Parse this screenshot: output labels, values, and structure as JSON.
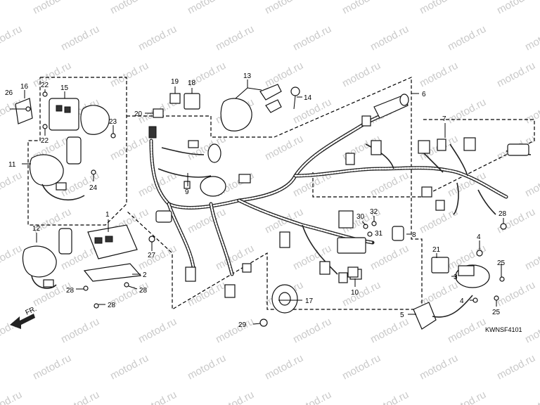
{
  "watermark": "motod.ru",
  "diagram_code": "KWNSF4101",
  "direction_label": "FR.",
  "callouts": [
    "1",
    "2",
    "3",
    "4",
    "5",
    "6",
    "7",
    "8",
    "9",
    "10",
    "11",
    "12",
    "13",
    "14",
    "15",
    "16",
    "17",
    "18",
    "19",
    "20",
    "21",
    "22",
    "23",
    "24",
    "25",
    "26",
    "27",
    "28",
    "29",
    "30",
    "31",
    "32"
  ]
}
